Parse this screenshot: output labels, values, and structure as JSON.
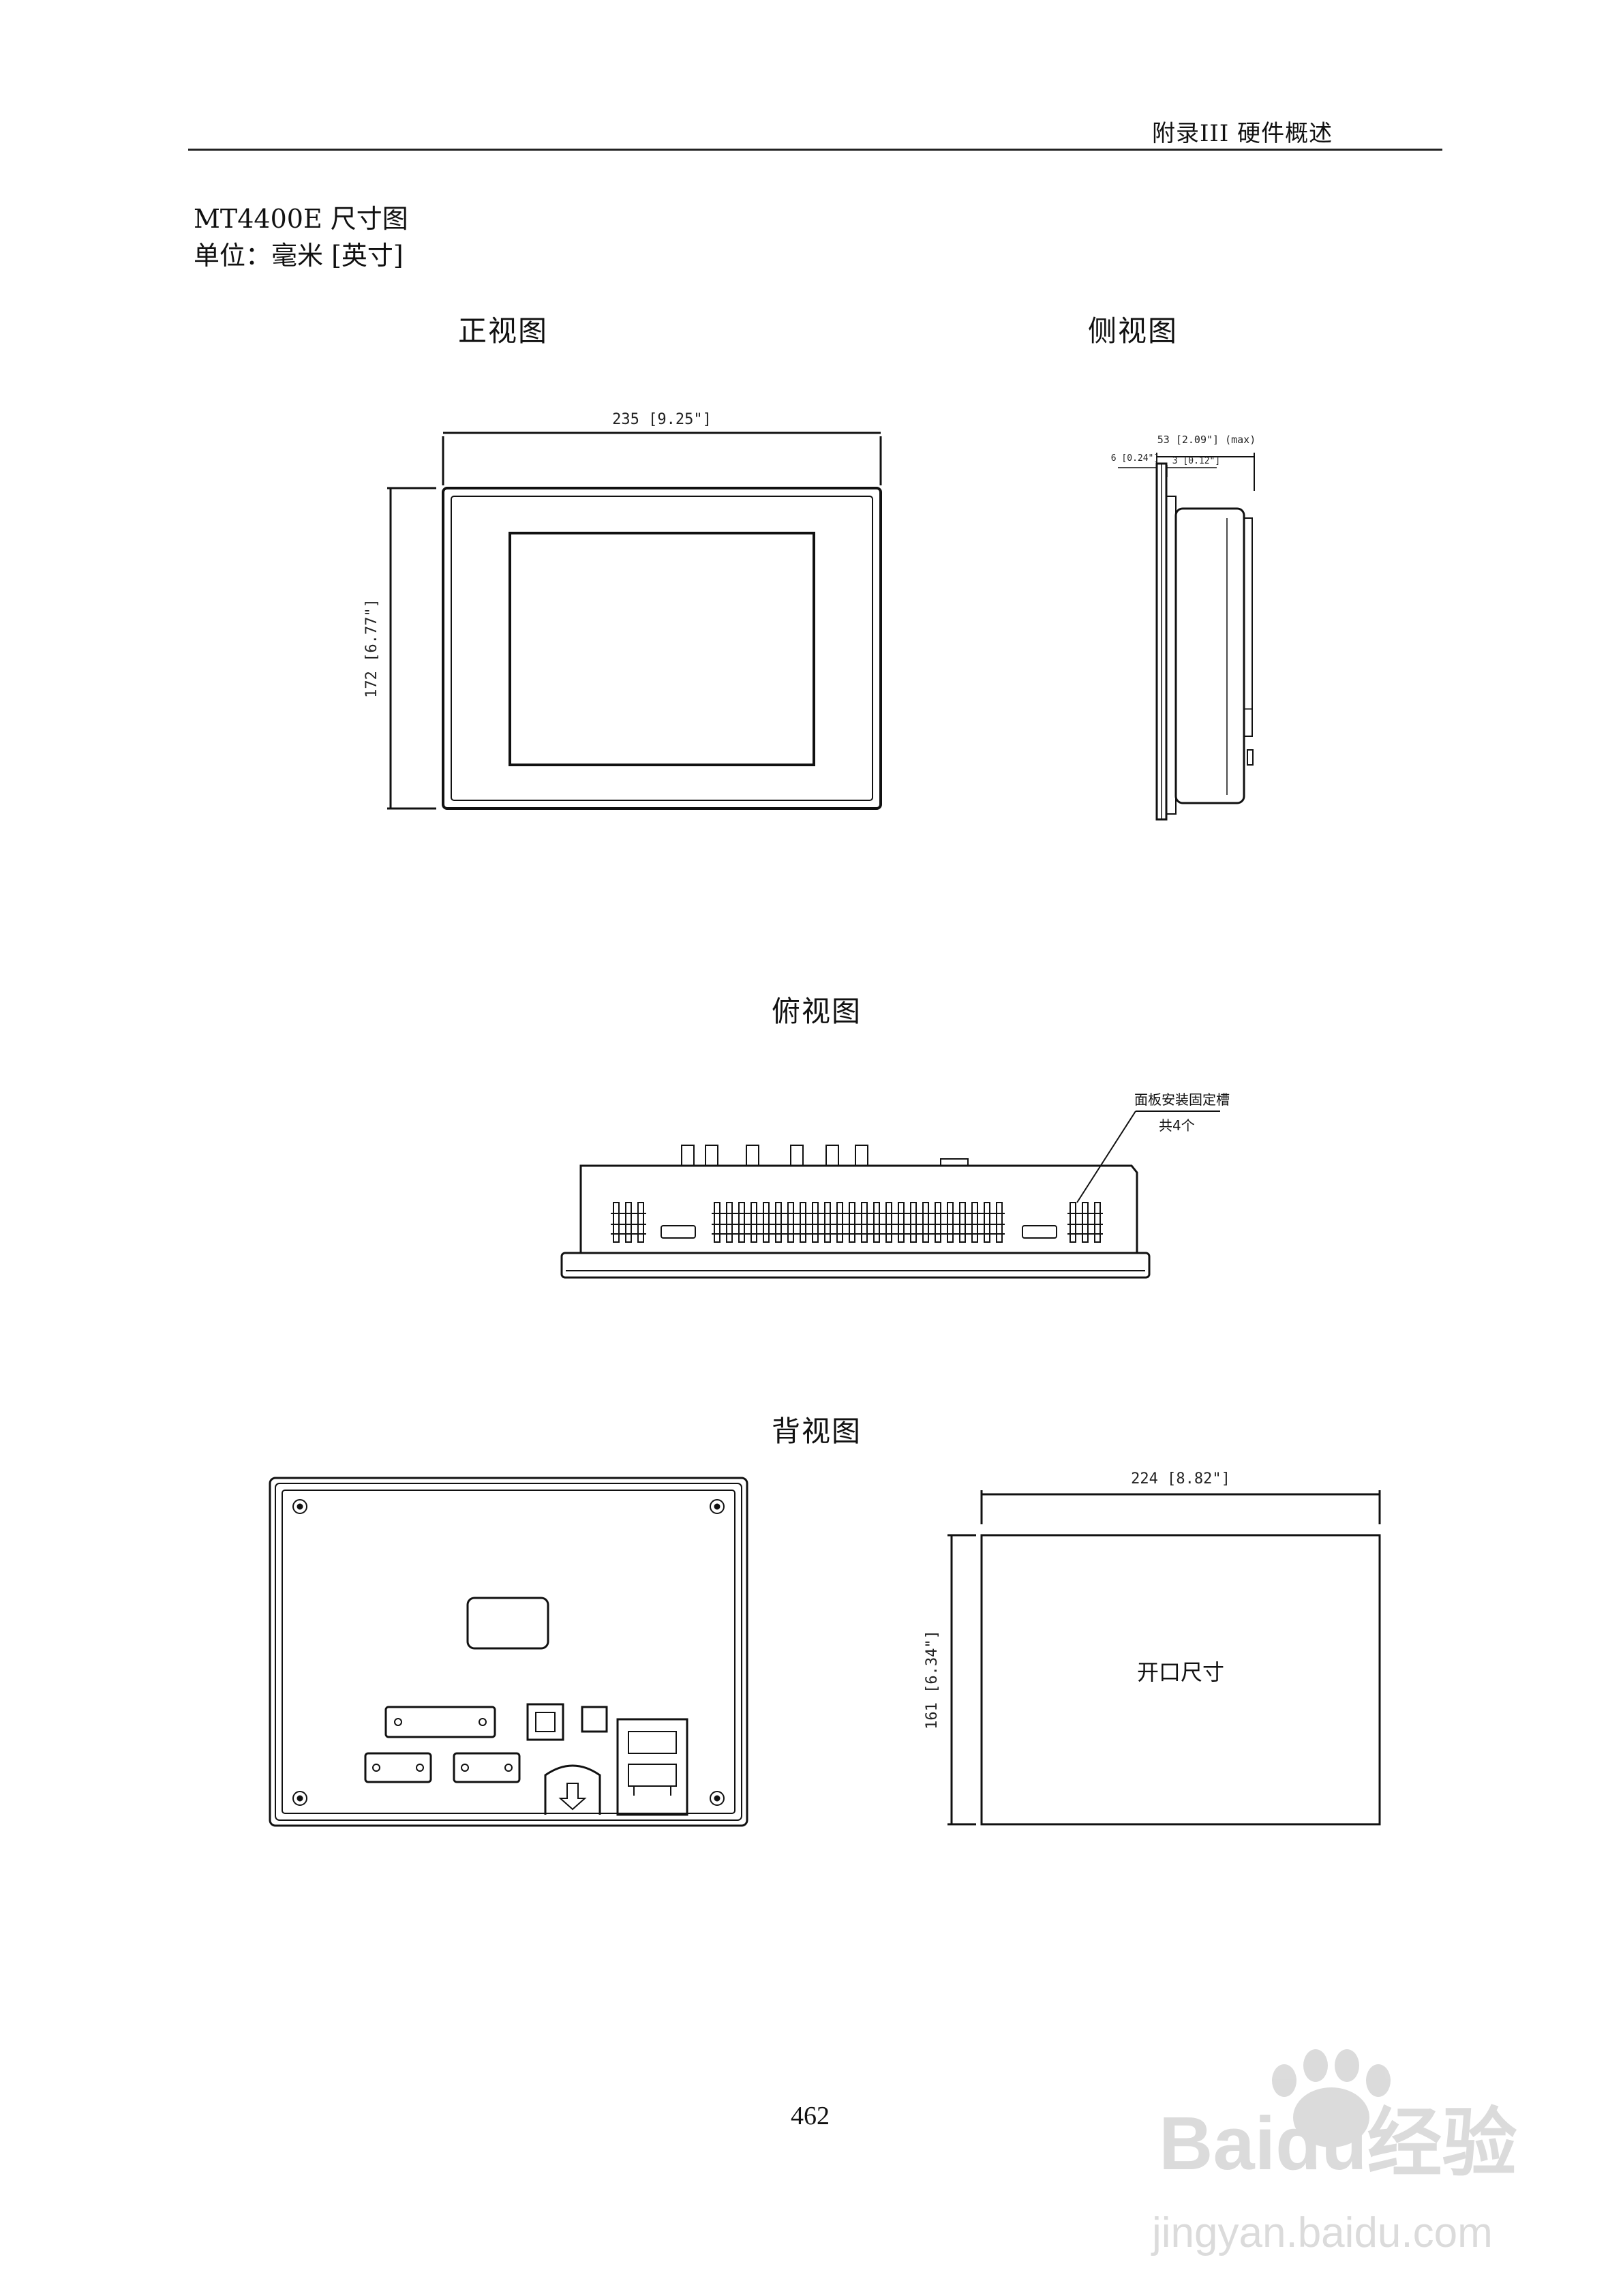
{
  "header": {
    "section": "附录III  硬件概述"
  },
  "title": {
    "model": "MT4400E 尺寸图",
    "unit": "单位：毫米 [英寸]"
  },
  "views": {
    "front": "正视图",
    "side": "侧视图",
    "top": "俯视图",
    "back": "背视图"
  },
  "dimensions": {
    "front_width": "235 [9.25\"]",
    "front_height": "172 [6.77\"]",
    "side_depth": "53 [2.09\"] (max)",
    "side_bezel": "6 [0.24\"]",
    "side_step": "3 [0.12\"]",
    "cutout_width": "224 [8.82\"]",
    "cutout_height": "161 [6.34\"]"
  },
  "annotations": {
    "mount_slot": "面板安装固定槽",
    "mount_count": "共4个",
    "cutout": "开口尺寸"
  },
  "page_number": "462",
  "watermark": {
    "brand": "Baidu经验",
    "url": "jingyan.baidu.com"
  }
}
